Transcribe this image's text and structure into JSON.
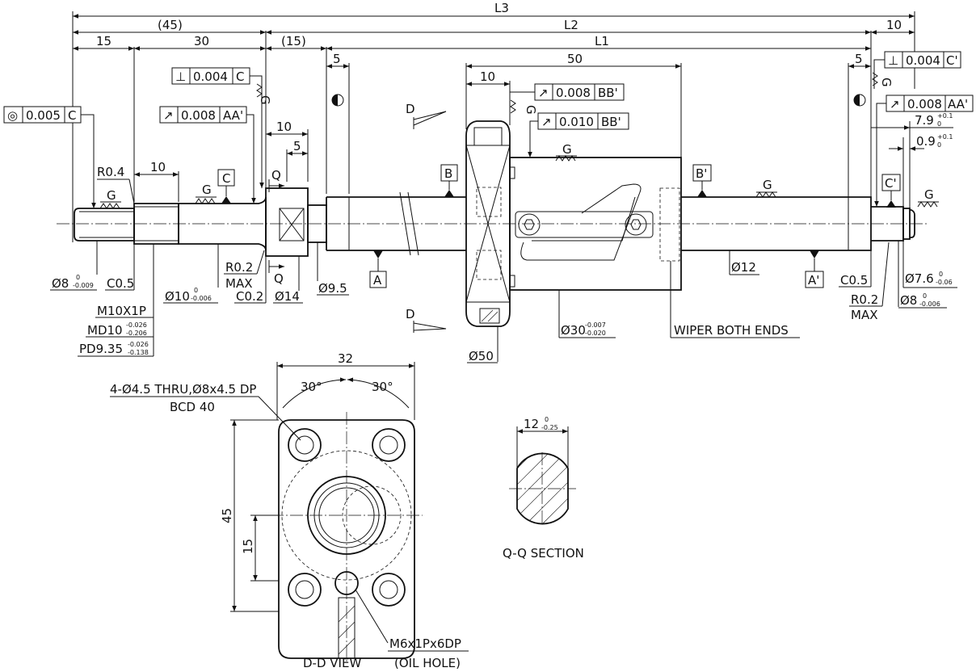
{
  "overall": {
    "L3": "L3",
    "L2": "L2",
    "L1": "L1",
    "d45": "(45)",
    "d15p": "(15)",
    "d10r": "10",
    "d15": "15",
    "d30": "30",
    "d5l": "5",
    "d50": "50",
    "d5r": "5",
    "d10nut": "10",
    "d10a": "10",
    "d5a": "5",
    "d10b": "10"
  },
  "tolerances": {
    "coax": {
      "sym": "◎",
      "val": "0.005",
      "ref": "C"
    },
    "perp_left": {
      "sym": "⊥",
      "val": "0.004",
      "ref": "C"
    },
    "runout_left": {
      "sym": "↗",
      "val": "0.008",
      "ref": "AA'"
    },
    "runout_nut1": {
      "sym": "↗",
      "val": "0.008",
      "ref": "BB'"
    },
    "runout_nut2": {
      "sym": "↗",
      "val": "0.010",
      "ref": "BB'"
    },
    "perp_right": {
      "sym": "⊥",
      "val": "0.004",
      "ref": "C'"
    },
    "runout_right": {
      "sym": "↗",
      "val": "0.008",
      "ref": "AA'"
    }
  },
  "datums": {
    "A": "A",
    "A2": "A'",
    "B": "B",
    "B2": "B'",
    "C": "C",
    "C2": "C'",
    "D": "D"
  },
  "labels": {
    "g": "G",
    "r04": "R0.4",
    "r02": "R0.2",
    "max": "MAX",
    "c05": "C0.5",
    "c02": "C0.2",
    "q": "Q",
    "d8": "Ø8",
    "d8_up": "0",
    "d8_lo": "-0.009",
    "m10": "M10X1P",
    "md10": "MD10",
    "md10_up": "-0.026",
    "md10_lo": "-0.206",
    "pd": "PD9.35",
    "pd_up": "-0.026",
    "pd_lo": "-0.138",
    "d10": "Ø10",
    "d10_up": "0",
    "d10_lo": "-0.006",
    "d14": "Ø14",
    "d95": "Ø9.5",
    "d50": "Ø50",
    "d30": "Ø30",
    "d30_up": "-0.007",
    "d30_lo": "-0.020",
    "wiper": "WIPER BOTH ENDS",
    "d12": "Ø12",
    "d76": "Ø7.6",
    "d76_up": "0",
    "d76_lo": "-0.06",
    "d8r": "Ø8",
    "d8r_up": "0",
    "d8r_lo": "-0.006",
    "l79": "7.9",
    "l79_up": "+0.1",
    "l79_lo": "0",
    "l09": "0.9",
    "l09_up": "+0.1",
    "l09_lo": "0"
  },
  "views": {
    "dd": "D-D VIEW",
    "qq": "Q-Q SECTION",
    "holes": "4-Ø4.5 THRU,Ø8x4.5 DP",
    "bcd": "BCD 40",
    "w32": "32",
    "a30": "30°",
    "h45": "45",
    "h15": "15",
    "oil1": "M6x1Px6DP",
    "oil2": "(OIL HOLE)",
    "q12": "12",
    "q12_up": "0",
    "q12_lo": "-0.25"
  }
}
